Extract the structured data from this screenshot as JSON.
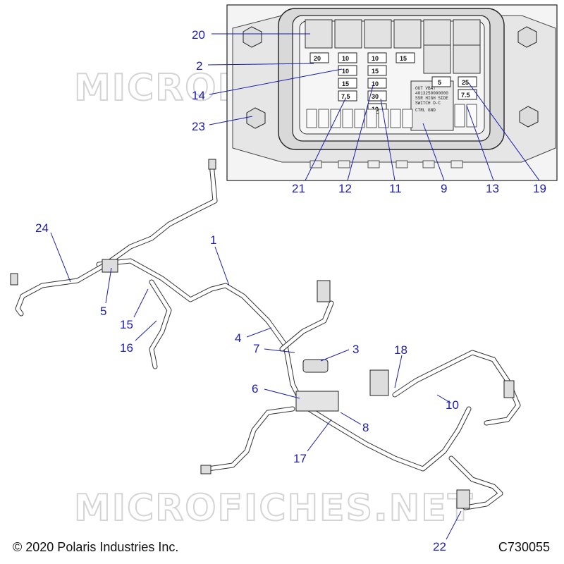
{
  "watermark": "MICROFICHES.NET",
  "copyright": "© 2020 Polaris Industries Inc.",
  "diagram_code": "C730055",
  "fuse_box": {
    "fuses": [
      "20",
      "10",
      "10",
      "15",
      "10",
      "15",
      "15",
      "10",
      "30",
      "7.5",
      "10",
      "5",
      "25",
      "7.5"
    ],
    "panel_label": {
      "line1": "OUT   VBAT",
      "line2": "4013250000000",
      "line3": "SSR  HIGH  SIDE",
      "line4": "SWITCH    D-C",
      "line5": "CTRL   GND"
    }
  },
  "callouts": {
    "c1": "1",
    "c2": "2",
    "c3": "3",
    "c4": "4",
    "c5": "5",
    "c6": "6",
    "c7": "7",
    "c8": "8",
    "c9": "9",
    "c10": "10",
    "c11": "11",
    "c12": "12",
    "c13": "13",
    "c14": "14",
    "c15": "15",
    "c16": "16",
    "c17": "17",
    "c18": "18",
    "c19": "19",
    "c20": "20",
    "c21": "21",
    "c22": "22",
    "c23": "23",
    "c24": "24"
  }
}
